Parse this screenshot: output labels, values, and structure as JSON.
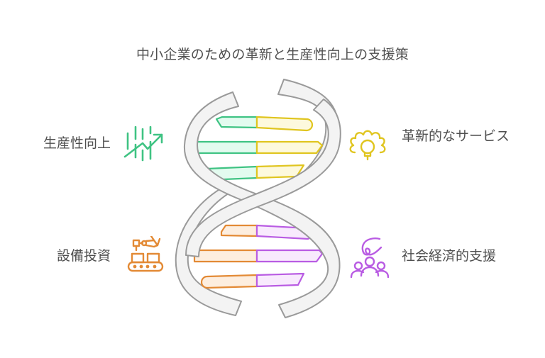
{
  "title": "中小企業のための革新と生産性向上の支援策",
  "items": [
    {
      "id": "productivity",
      "label": "生産性向上",
      "icon": "rising-chart-icon",
      "position": "top-left",
      "color": "#3fc383",
      "fill": "#e3fbef"
    },
    {
      "id": "innovative-services",
      "label": "革新的なサービス",
      "icon": "lightbulb-gear-icon",
      "position": "top-right",
      "color": "#e0c51f",
      "fill": "#fdf9dd"
    },
    {
      "id": "equipment-investment",
      "label": "設備投資",
      "icon": "conveyor-robot-arm-icon",
      "position": "bottom-left",
      "color": "#e38a35",
      "fill": "#fdeedf"
    },
    {
      "id": "socioeconomic-support",
      "label": "社会経済的支援",
      "icon": "hand-over-people-icon",
      "position": "bottom-right",
      "color": "#b95ce3",
      "fill": "#f8eafd"
    }
  ],
  "helix": {
    "strand_fill": "#f3f3f3",
    "strand_stroke": "#9a9a9a"
  }
}
